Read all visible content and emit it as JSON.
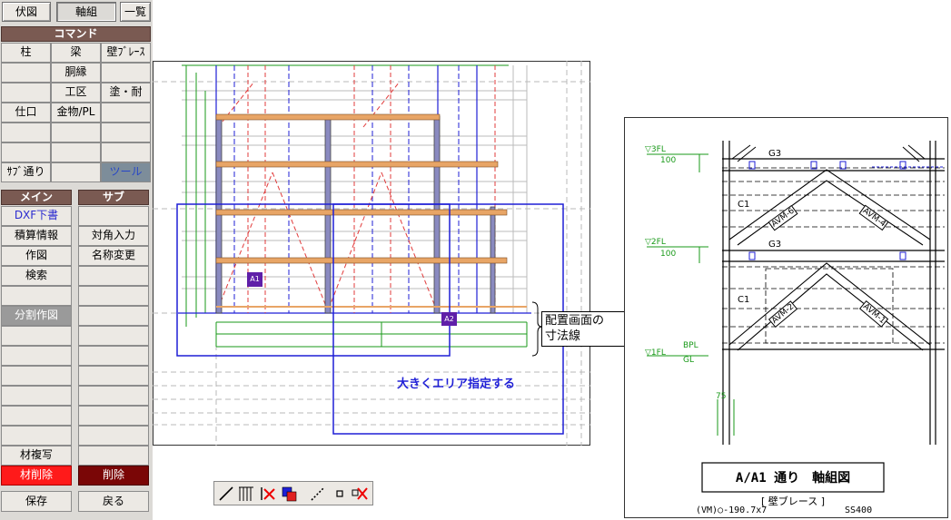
{
  "top_tabs": [
    "伏図",
    "軸組",
    "一覧"
  ],
  "command": {
    "header": "コマンド",
    "rows": [
      [
        "柱",
        "梁",
        "壁ﾌﾞﾚｰｽ"
      ],
      [
        "",
        "胴縁",
        ""
      ],
      [
        "",
        "工区",
        "塗・耐"
      ],
      [
        "仕口",
        "金物/PL",
        ""
      ],
      [
        "",
        "",
        ""
      ],
      [
        "",
        "",
        ""
      ],
      [
        "ｻﾌﾞ通り",
        "",
        "ツール"
      ]
    ]
  },
  "main": {
    "header": "メイン",
    "items": [
      "DXF下書",
      "積算情報",
      "作図",
      "検索",
      "",
      "分割作図",
      "",
      "",
      "",
      "",
      "",
      "",
      "材複写",
      "材削除"
    ]
  },
  "sub": {
    "header": "サブ",
    "items": [
      "",
      "対角入力",
      "名称変更",
      "",
      "",
      "",
      "",
      "",
      "",
      "",
      "",
      "",
      "",
      "削除"
    ]
  },
  "bottom": {
    "save": "保存",
    "back": "戻る"
  },
  "canvas": {
    "labels": [
      "A1",
      "A2"
    ],
    "area_note": "大きくエリア指定する",
    "callout_line1": "配置画面の",
    "callout_line2": "寸法線"
  },
  "toolbar": {
    "icons": [
      "line-tool-icon",
      "dimension-tool-icon",
      "delete-line-icon",
      "layer-copy-icon",
      "dotted-line-icon",
      "point-icon",
      "delete-point-icon"
    ]
  },
  "preview": {
    "levels": [
      "▽3FL",
      "▽2FL",
      "▽1FL"
    ],
    "level_offset": "100",
    "bpl": "BPL",
    "gl": "GL",
    "beams": [
      "G3",
      "G3"
    ],
    "columns": [
      "C1",
      "C1"
    ],
    "braces": [
      "AVM-6",
      "AVM-4",
      "AVM-2",
      "AVM-1"
    ],
    "base_dim": "75",
    "title": "A/A1 通り　軸組図",
    "subtitle": "[ 壁ブレース ]",
    "spec": "(VM)○-190.7x7",
    "material": "SS400"
  },
  "colors": {
    "header": "#7a5a52",
    "red_button": "#ff1a1a",
    "dark_red_button": "#7a0606",
    "blue_text": "#2b2bd0",
    "beam": "#e8a566",
    "column": "#8a8ac0",
    "grid_blue": "#1f1fd6",
    "dim_green": "#1a9a1a",
    "brace_red": "#e23b3b",
    "label_purple": "#5f1fa8"
  }
}
